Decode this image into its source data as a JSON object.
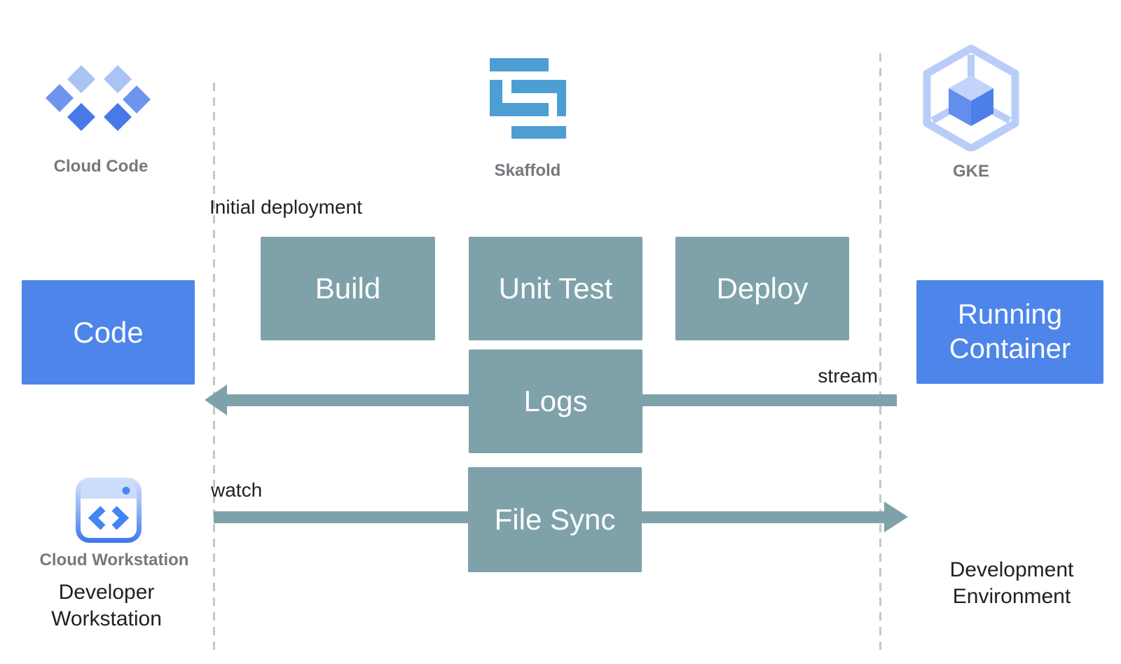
{
  "header_icons": {
    "cloud_code": "Cloud Code",
    "skaffold": "Skaffold",
    "gke": "GKE"
  },
  "boxes": {
    "code": "Code",
    "build": "Build",
    "unit_test": "Unit Test",
    "deploy": "Deploy",
    "logs": "Logs",
    "file_sync": "File Sync",
    "running_container": "Running Container"
  },
  "annotations": {
    "initial_deployment": "Initial deployment",
    "stream": "stream",
    "watch": "watch"
  },
  "footer": {
    "cloud_workstation": "Cloud Workstation",
    "developer_workstation": "Developer Workstation",
    "development_environment": "Development Environment"
  },
  "colors": {
    "process_box": "#7fa2aa",
    "artifact_box": "#4e85ea",
    "arrow": "#7fa2aa",
    "skaffold_logo": "#4d9ed3",
    "google_blue": "#4285f4",
    "gke_outline": "#b9cdf8",
    "diamond_light": "#a9c3f4",
    "diamond_medium": "#6d95ee",
    "diamond_dark": "#4879e8",
    "dashed_line": "#c5c8cb",
    "icon_label_gray": "#75797d",
    "text_dark": "#202124"
  }
}
